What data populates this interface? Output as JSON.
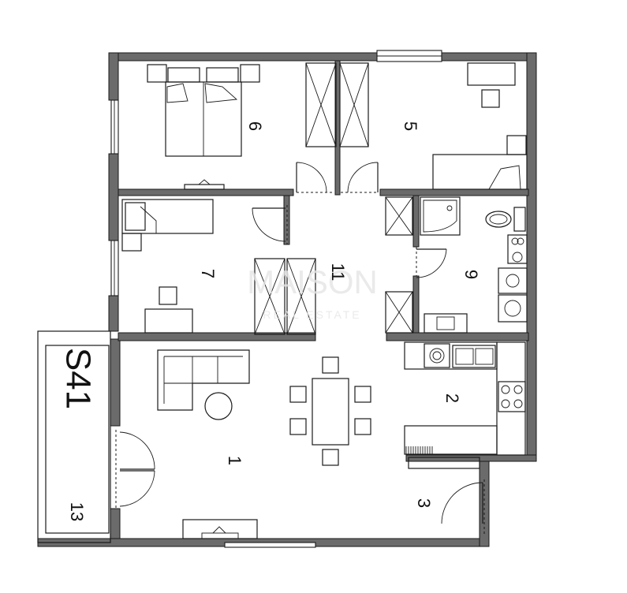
{
  "unit_label": "S41",
  "rooms": [
    {
      "number": "1"
    },
    {
      "number": "2"
    },
    {
      "number": "3"
    },
    {
      "number": "5"
    },
    {
      "number": "6"
    },
    {
      "number": "7"
    },
    {
      "number": "9"
    },
    {
      "number": "11"
    },
    {
      "number": "13"
    }
  ],
  "watermark": {
    "main": "MAISON",
    "sub": "REAL ESTATE"
  },
  "colors": {
    "wall": "#6b6b6b",
    "line": "#1a1a1a",
    "background": "#ffffff"
  }
}
